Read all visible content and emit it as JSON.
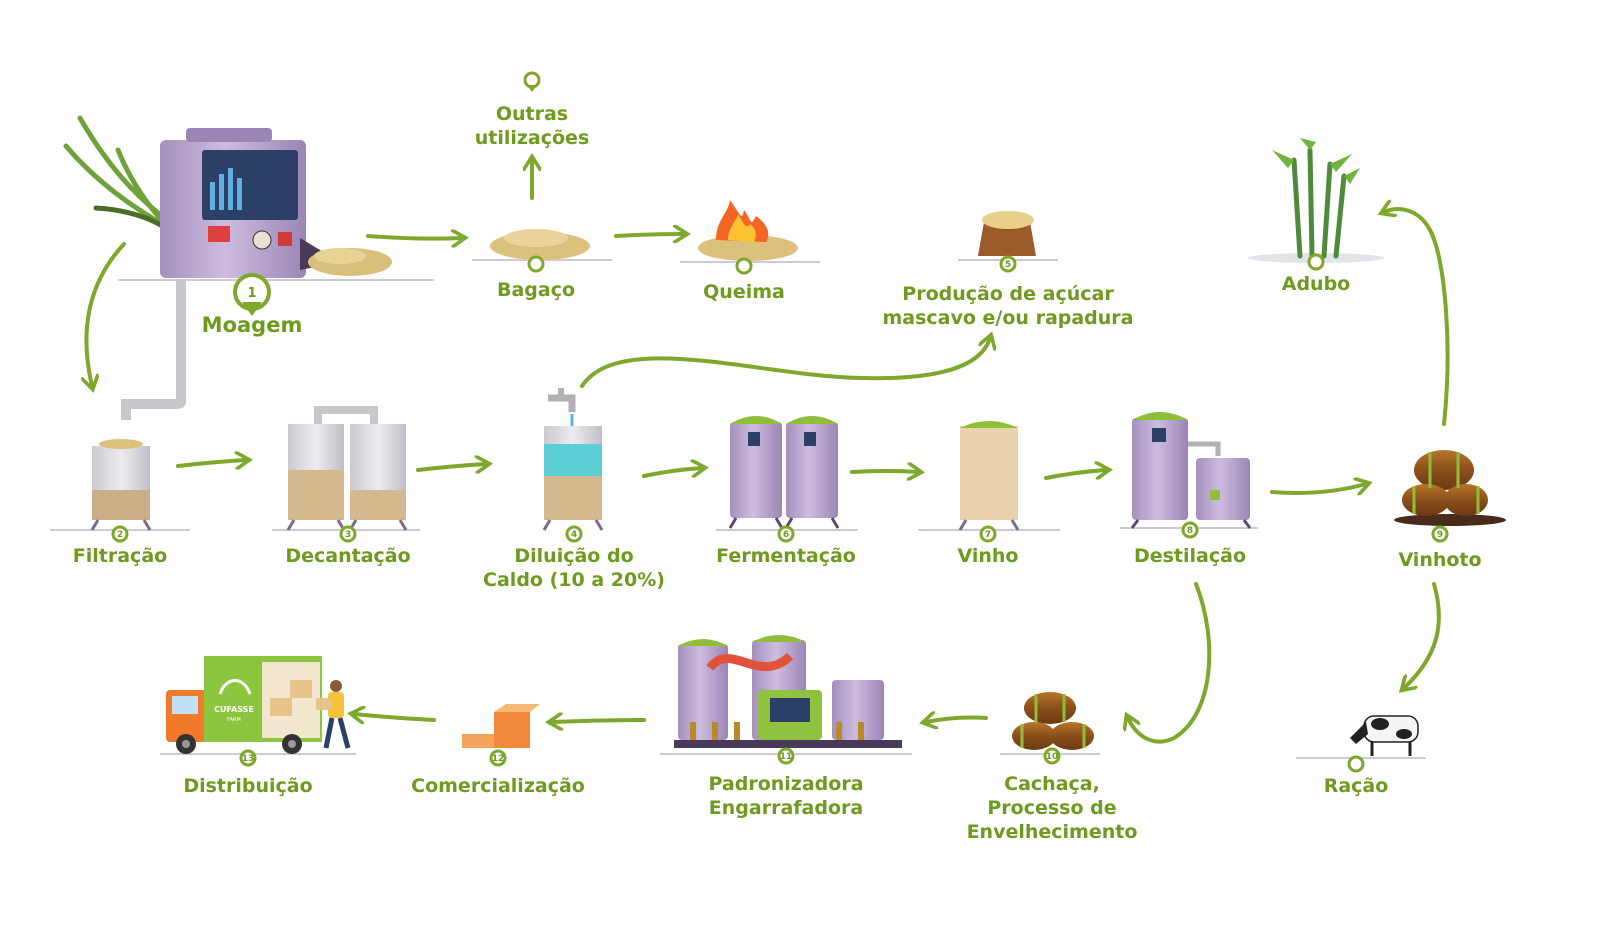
{
  "colors": {
    "accent": "#7ea82b",
    "label": "#6e9a1e",
    "machine": "#b8a3cc",
    "lid": "#8fbf3a"
  },
  "steps": {
    "moagem": {
      "num": "1",
      "label": "Moagem"
    },
    "filtracao": {
      "num": "2",
      "label": "Filtração"
    },
    "decantacao": {
      "num": "3",
      "label": "Decantação"
    },
    "diluicao": {
      "num": "4",
      "label_l1": "Diluição do",
      "label_l2": "Caldo (10 a 20%)"
    },
    "acucar": {
      "num": "5",
      "label_l1": "Produção de açúcar",
      "label_l2": "mascavo e/ou rapadura"
    },
    "fermentacao": {
      "num": "6",
      "label": "Fermentação"
    },
    "vinho": {
      "num": "7",
      "label": "Vinho"
    },
    "destilacao": {
      "num": "8",
      "label": "Destilação"
    },
    "vinhoto": {
      "num": "9",
      "label": "Vinhoto"
    },
    "cachaca": {
      "num": "10",
      "label_l1": "Cachaça,",
      "label_l2": "Processo de",
      "label_l3": "Envelhecimento"
    },
    "padronizadora": {
      "num": "11",
      "label_l1": "Padronizadora",
      "label_l2": "Engarrafadora"
    },
    "comercializacao": {
      "num": "12",
      "label": "Comercialização"
    },
    "distribuicao": {
      "num": "13",
      "label": "Distribuição"
    }
  },
  "byproducts": {
    "outras": {
      "label_l1": "Outras",
      "label_l2": "utilizações"
    },
    "bagaco": {
      "label": "Bagaço"
    },
    "queima": {
      "label": "Queima"
    },
    "adubo": {
      "label": "Adubo"
    },
    "racao": {
      "label": "Ração"
    }
  },
  "truck": {
    "brand": "CUFASSE",
    "sub": "FARM"
  }
}
